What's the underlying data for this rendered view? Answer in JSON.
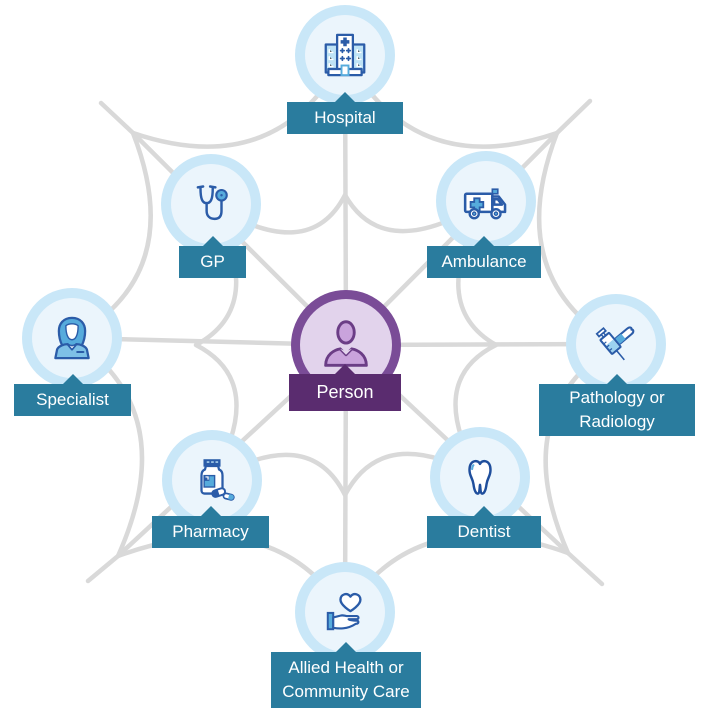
{
  "diagram": {
    "type": "network-web",
    "description_center": "Person",
    "web_shape": "spider-web",
    "edges": [
      [
        "Person",
        "Hospital"
      ],
      [
        "Person",
        "GP"
      ],
      [
        "Person",
        "Ambulance"
      ],
      [
        "Person",
        "Specialist"
      ],
      [
        "Person",
        "Pathology or Radiology"
      ],
      [
        "Person",
        "Pharmacy"
      ],
      [
        "Person",
        "Dentist"
      ],
      [
        "Person",
        "Allied Health or Community Care"
      ]
    ]
  },
  "nodes": {
    "person": {
      "label": "Person",
      "icon": "person-icon"
    },
    "hospital": {
      "label": "Hospital",
      "icon": "hospital-icon"
    },
    "gp": {
      "label": "GP",
      "icon": "stethoscope-icon"
    },
    "ambulance": {
      "label": "Ambulance",
      "icon": "ambulance-icon"
    },
    "specialist": {
      "label": "Specialist",
      "icon": "specialist-icon"
    },
    "pathology": {
      "label": "Pathology or Radiology",
      "icon": "syringe-bone-icon"
    },
    "pharmacy": {
      "label": "Pharmacy",
      "icon": "medicine-bottle-icon"
    },
    "dentist": {
      "label": "Dentist",
      "icon": "tooth-icon"
    },
    "allied": {
      "label": "Allied Health or Community Care",
      "icon": "hand-heart-icon"
    }
  },
  "colors": {
    "web_line": "#d9d9d9",
    "node_ring": "#c9e7f8",
    "node_fill": "#ebf5fc",
    "service_label_bg": "#2a7c9e",
    "label_text": "#ffffff",
    "person_ring": "#7a4c97",
    "person_fill": "#e2d3ec",
    "person_label_bg": "#5a2c6f",
    "icon_stroke_dark": "#2b5ca8",
    "icon_accent_blue": "#56abdc",
    "icon_stroke_purple": "#6b3d86",
    "icon_fill_purple": "#c9a3dc"
  }
}
